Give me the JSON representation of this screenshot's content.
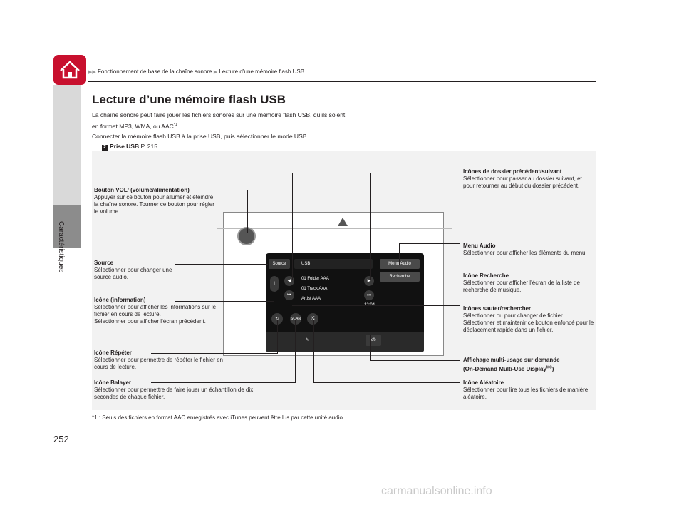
{
  "header": {
    "breadcrumb": [
      "Fonctionnement de base de la chaîne sonore",
      "Lecture d’une mémoire flash USB"
    ],
    "side_label": "Caractéristiques",
    "page_number": "252"
  },
  "section": {
    "title": "Lecture d’une mémoire flash USB",
    "intro_1a": "La chaîne sonore peut faire jouer les fichiers sonores sur une mémoire flash USB, qu’ils soient",
    "intro_1b": "en format MP3, WMA, ou AAC",
    "intro_1_sup": "*1",
    "intro_2": "Connecter la mémoire flash USB à la prise USB, puis sélectionner le mode USB.",
    "xref_label": "Prise USB",
    "xref_page": "P. 215"
  },
  "screen": {
    "source": "Source",
    "usb": "USB",
    "menu_audio": "Menu Audio",
    "recherche": "Recherche",
    "folder": "01 Folder AAA",
    "track": "01 Track AAA",
    "artist": "Artist AAA",
    "time": "12:04",
    "scan": "SCAN"
  },
  "callouts": {
    "vol_title": "Bouton VOL/ (volume/alimentation)",
    "vol_text": "Appuyer sur ce bouton pour allumer et éteindre la chaîne sonore. Tourner ce bouton pour régler le volume.",
    "source_title": "Source",
    "source_text": "Sélectionner pour changer une source audio.",
    "info_title": "Icône (information)",
    "info_text_1": "Sélectionner pour afficher les informations sur le fichier en cours de lecture.",
    "info_text_2": "Sélectionner pour afficher l’écran précédent.",
    "repeat_title": "Icône Répéter",
    "repeat_text": "Sélectionner pour permettre de répéter le fichier en cours de lecture.",
    "scan_title": "Icône Balayer",
    "scan_text": "Sélectionner pour permettre de faire jouer un échantillon de dix secondes de chaque fichier.",
    "folder_title": "Icônes de dossier précédent/suivant",
    "folder_text": "Sélectionner pour passer au dossier suivant, et pour retourner au début du dossier précédent.",
    "menu_title": "Menu Audio",
    "menu_text": "Sélectionner pour afficher les éléments du menu.",
    "search_title": "Icône Recherche",
    "search_text": "Sélectionner pour afficher l’écran de la liste de recherche de musique.",
    "skip_title": "Icônes sauter/rechercher",
    "skip_text_1": "Sélectionner ou pour changer de fichier.",
    "skip_text_2": "Sélectionner et maintenir ce bouton enfoncé pour le déplacement rapide dans un fichier.",
    "odmd_title_1": "Affichage multi-usage sur demande",
    "odmd_title_2": "(On-Demand Multi-Use Display",
    "odmd_sup": "MC",
    "random_title": "Icône Aléatoire",
    "random_text": "Sélectionner pour lire tous les fichiers de manière aléatoire."
  },
  "footnote": {
    "marker": "*1 :",
    "text": "Seuls des fichiers en format AAC enregistrés avec iTunes peuvent être lus par cette unité audio."
  },
  "watermark": "carmanualsonline.info"
}
